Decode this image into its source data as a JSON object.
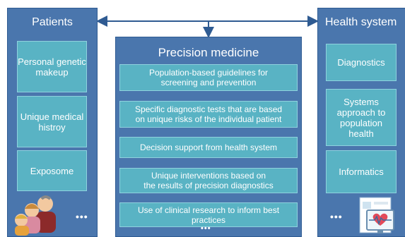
{
  "patients": {
    "title": "Patients",
    "items": [
      "Personal genetic makeup",
      "Unique medical histroy",
      "Exposome"
    ],
    "more": "•••"
  },
  "precision": {
    "title": "Precision medicine",
    "items": [
      "Population-based guidelines for\nscreening and prevention",
      "Specific diagnostic tests that are based\non unique risks of the individual patient",
      "Decision support from health system",
      "Unique interventions based on\nthe results of precision diagnostics",
      "Use of clinical research to inform best\npractices"
    ],
    "more": "•••"
  },
  "health": {
    "title": "Health system",
    "items": [
      "Diagnostics",
      "Systems approach to population health",
      "Informatics"
    ],
    "more": "•••"
  },
  "colors": {
    "panel": "#4a76ad",
    "box": "#59b3c4",
    "arrow": "#2f5b92"
  },
  "icons": {
    "patients": "people-icon",
    "health": "health-monitor-icon"
  }
}
